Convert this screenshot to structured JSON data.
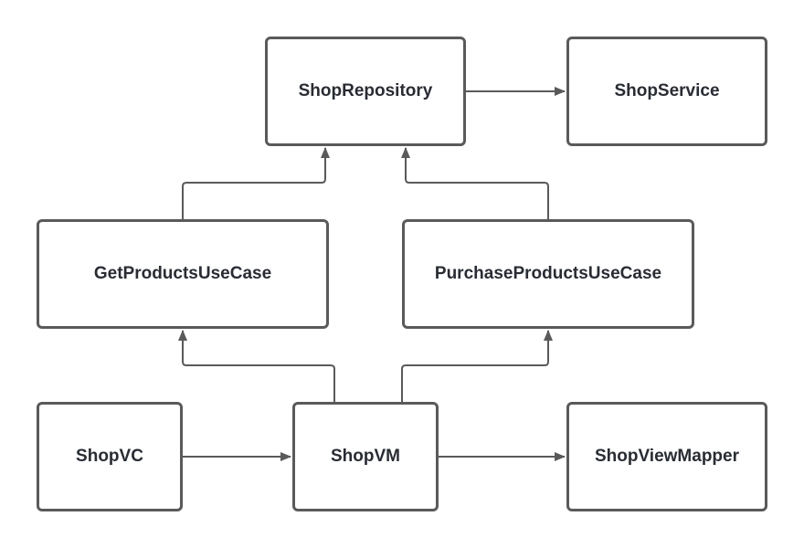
{
  "diagram": {
    "nodes": {
      "shop_repository": "ShopRepository",
      "shop_service": "ShopService",
      "get_products_use_case": "GetProductsUseCase",
      "purchase_products_use_case": "PurchaseProductsUseCase",
      "shop_vc": "ShopVC",
      "shop_vm": "ShopVM",
      "shop_view_mapper": "ShopViewMapper"
    },
    "edges": [
      {
        "from": "ShopRepository",
        "to": "ShopService"
      },
      {
        "from": "GetProductsUseCase",
        "to": "ShopRepository"
      },
      {
        "from": "PurchaseProductsUseCase",
        "to": "ShopRepository"
      },
      {
        "from": "ShopVM",
        "to": "GetProductsUseCase"
      },
      {
        "from": "ShopVM",
        "to": "PurchaseProductsUseCase"
      },
      {
        "from": "ShopVC",
        "to": "ShopVM"
      },
      {
        "from": "ShopVM",
        "to": "ShopViewMapper"
      }
    ],
    "colors": {
      "border": "#5a5a5a",
      "text": "#282c33",
      "background": "#ffffff"
    }
  }
}
